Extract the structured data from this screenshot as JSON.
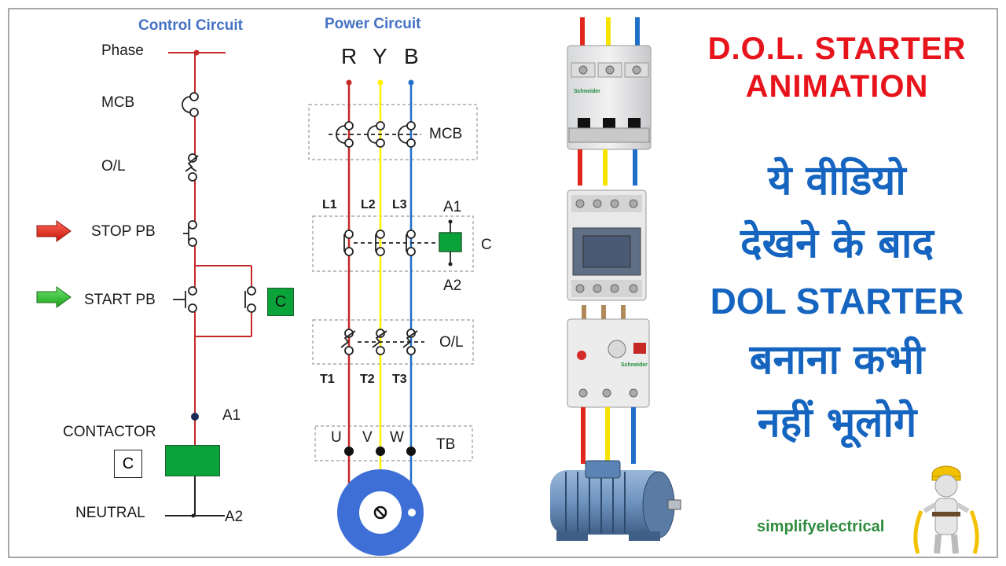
{
  "title": {
    "line1": "D.O.L. STARTER",
    "line2": "ANIMATION"
  },
  "hindi": {
    "line1": "ये वीडियो",
    "line2": "देखने के बाद",
    "line3": "DOL STARTER",
    "line4": "बनाना कभी",
    "line5": "नहीं भूलोगे"
  },
  "brand": "simplifyelectrical",
  "control_circuit": {
    "header": "Control Circuit",
    "phase": "Phase",
    "mcb": "MCB",
    "ol": "O/L",
    "stop_pb": "STOP PB",
    "start_pb": "START PB",
    "contactor": "CONTACTOR",
    "neutral": "NEUTRAL",
    "a1": "A1",
    "a2": "A2",
    "c_box": "C",
    "c_aux": "C"
  },
  "power_circuit": {
    "header": "Power Circuit",
    "r": "R",
    "y": "Y",
    "b": "B",
    "mcb": "MCB",
    "l1": "L1",
    "l2": "L2",
    "l3": "L3",
    "a1": "A1",
    "a2": "A2",
    "c": "C",
    "ol": "O/L",
    "t1": "T1",
    "t2": "T2",
    "t3": "T3",
    "u": "U",
    "v": "V",
    "w": "W",
    "tb": "TB"
  },
  "colors": {
    "red_phase": "#d32f2f",
    "yellow_phase": "#fff200",
    "blue_phase": "#1f6fc9",
    "coil_green": "#0aa33a",
    "header_blue": "#4472c4",
    "title_red": "#e8141b",
    "hindi_blue": "#1565c0",
    "motor_blue": "#3d6fd6"
  },
  "icons": {
    "stop_arrow": "red-arrow-icon",
    "start_arrow": "green-arrow-icon",
    "motor": "motor-icon",
    "worker": "electrician-mascot-icon"
  }
}
